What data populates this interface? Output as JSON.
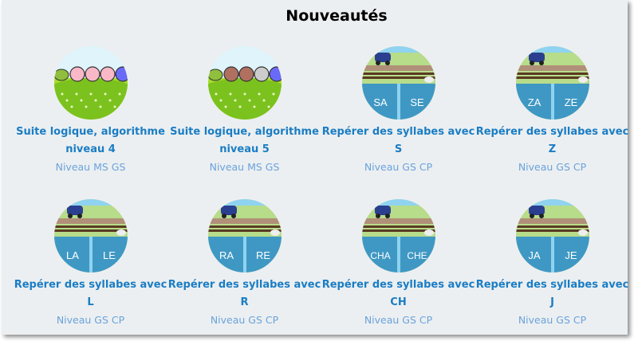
{
  "section_title": "Nouveautés",
  "cards": [
    {
      "line1": "Suite logique, algorithme",
      "line2": "niveau 4",
      "level": "Niveau MS GS",
      "icon": "caterpillar-pattern",
      "beads": [
        "#f9b8c8",
        "#f9b8c8",
        "#f9b8c8",
        "#6a6af8"
      ]
    },
    {
      "line1": "Suite logique, algorithme",
      "line2": "niveau 5",
      "level": "Niveau MS GS",
      "icon": "caterpillar-pattern",
      "beads": [
        "#b07060",
        "#b07060",
        "#cccccc",
        "#6a6af8"
      ]
    },
    {
      "line1": "Repérer des syllabes avec",
      "line2": "S",
      "level": "Niveau GS CP",
      "icon": "syllable-car",
      "syl": [
        "SA",
        "SE"
      ]
    },
    {
      "line1": "Repérer des syllabes avec",
      "line2": "Z",
      "level": "Niveau GS CP",
      "icon": "syllable-car",
      "syl": [
        "ZA",
        "ZE"
      ]
    },
    {
      "line1": "Repérer des syllabes avec",
      "line2": "L",
      "level": "Niveau GS CP",
      "icon": "syllable-car",
      "syl": [
        "LA",
        "LE"
      ]
    },
    {
      "line1": "Repérer des syllabes avec",
      "line2": "R",
      "level": "Niveau GS CP",
      "icon": "syllable-car",
      "syl": [
        "RA",
        "RE"
      ]
    },
    {
      "line1": "Repérer des syllabes avec",
      "line2": "CH",
      "level": "Niveau GS CP",
      "icon": "syllable-car",
      "syl": [
        "CHA",
        "CHE"
      ]
    },
    {
      "line1": "Repérer des syllabes avec",
      "line2": "J",
      "level": "Niveau GS CP",
      "icon": "syllable-car",
      "syl": [
        "JA",
        "JE"
      ]
    }
  ]
}
